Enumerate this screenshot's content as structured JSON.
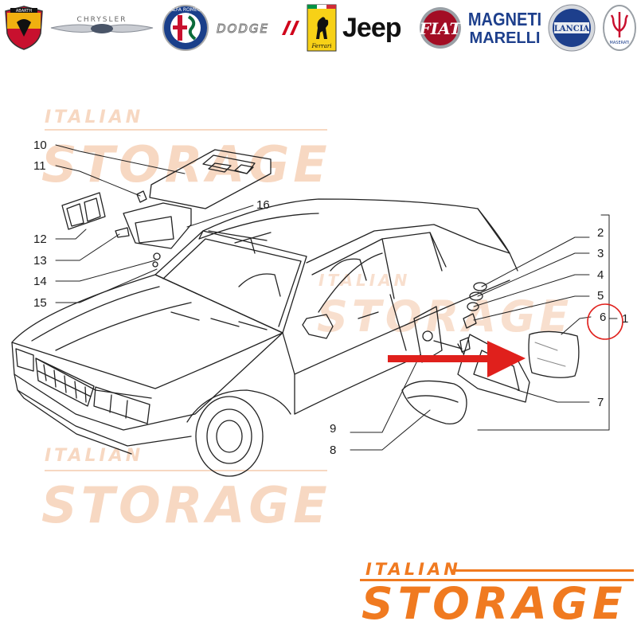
{
  "brands": [
    {
      "id": "abarth",
      "label": "ABARTH"
    },
    {
      "id": "chrysler",
      "label": "CHRYSLER"
    },
    {
      "id": "alfa-romeo",
      "label": "ALFA ROMEO"
    },
    {
      "id": "dodge",
      "label": "DODGE"
    },
    {
      "id": "ferrari",
      "label": "Ferrari"
    },
    {
      "id": "jeep",
      "label": "Jeep"
    },
    {
      "id": "fiat",
      "label": "FIAT"
    },
    {
      "id": "magneti-marelli",
      "label": "MAGNETI MARELLI"
    },
    {
      "id": "lancia",
      "label": "LANCIA"
    },
    {
      "id": "maserati",
      "label": "MASERATI"
    }
  ],
  "watermark": {
    "line1": "ITALIAN",
    "line2": "STORAGE"
  },
  "logo": {
    "line1": "ITALIAN",
    "line2": "STORAGE"
  },
  "callouts": [
    "1",
    "2",
    "3",
    "4",
    "5",
    "6",
    "7",
    "8",
    "9",
    "10",
    "11",
    "12",
    "13",
    "14",
    "15",
    "16"
  ],
  "highlight": {
    "callout": "6",
    "color": "#e0201c"
  },
  "colors": {
    "accent": "#f07a20",
    "watermark": "#f7d8c2",
    "arrow": "#e0201c",
    "ink": "#1a1a1a"
  }
}
